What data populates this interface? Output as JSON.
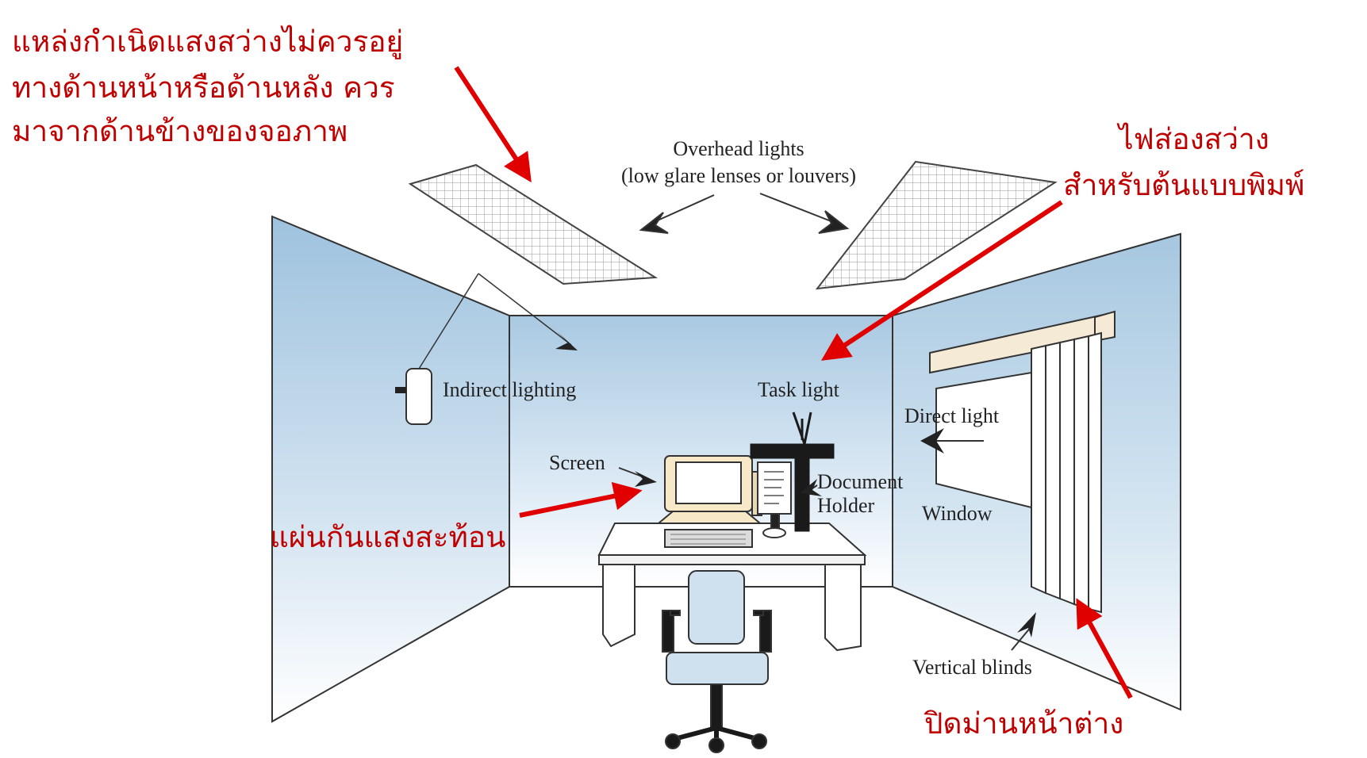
{
  "diagram": {
    "labels": {
      "overhead_lights_line1": "Overhead lights",
      "overhead_lights_line2": "(low glare lenses or louvers)",
      "indirect_lighting": "Indirect lighting",
      "task_light": "Task light",
      "direct_light": "Direct light",
      "screen": "Screen",
      "document_holder_line1": "Document",
      "document_holder_line2": "Holder",
      "window": "Window",
      "vertical_blinds": "Vertical blinds"
    },
    "annotations": {
      "light_source_line1": "แหล่งกำเนิดแสงสว่างไม่ควรอยู่",
      "light_source_line2": "ทางด้านหน้าหรือด้านหลัง ควร",
      "light_source_line3": "มาจากด้านข้างของจอภาพ",
      "task_lamp_line1": "ไฟส่องสว่าง",
      "task_lamp_line2": "สำหรับต้นแบบพิมพ์",
      "anti_glare": "แผ่นกันแสงสะท้อน",
      "close_curtain": "ปิดม่านหน้าต่าง"
    },
    "colors": {
      "annotation": "#c00000",
      "wall": "#b9d3e6",
      "outline": "#333333"
    }
  }
}
